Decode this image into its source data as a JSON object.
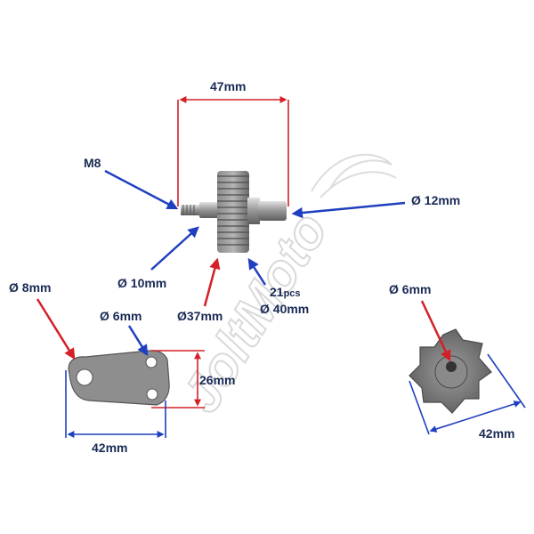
{
  "colors": {
    "red": "#d42027",
    "blue": "#1f3fbf",
    "label": "#1a2a55",
    "metal_dark": "#6b6b6b",
    "metal_mid": "#9a9a9a",
    "metal_light": "#cfcfcf"
  },
  "watermark": {
    "logo_text": "JoltMoto"
  },
  "labels": {
    "width_top": "47mm",
    "thread": "M8",
    "shaft_right": "Ø 12mm",
    "shaft_left": "Ø 10mm",
    "gear_inner": "Ø37mm",
    "teeth_count": "21",
    "teeth_unit": "pcs",
    "gear_outer": "Ø 40mm",
    "plate_big_hole": "Ø 8mm",
    "plate_small_hole": "Ø 6mm",
    "plate_height": "26mm",
    "plate_width": "42mm",
    "star_hole": "Ø 6mm",
    "star_width": "42mm"
  },
  "icons": {
    "gear_shaft": "gear-shaft-icon",
    "plate": "mounting-plate-icon",
    "star": "star-wheel-icon"
  }
}
